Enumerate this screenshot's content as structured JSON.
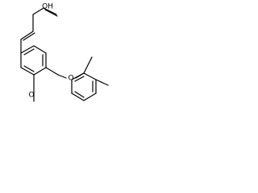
{
  "molecule": {
    "labels": {
      "acid_group": "OH",
      "ether_oxygen": "O",
      "methoxy_group": "O"
    },
    "colors": {
      "bond": "#000000",
      "background": "#ffffff"
    }
  }
}
